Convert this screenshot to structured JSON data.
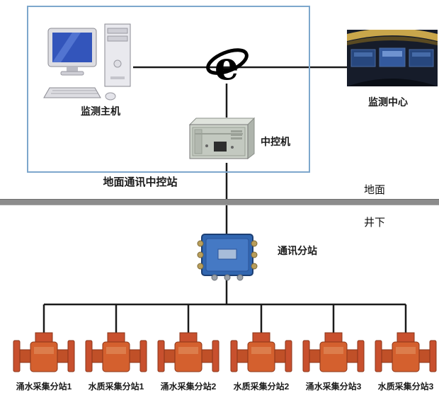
{
  "diagram": {
    "ground_box_label": "地面通讯中控站",
    "host_label": "监测主机",
    "center_label": "监测中心",
    "control_label": "中控机",
    "surface_label": "地面",
    "underground_label": "井下",
    "substation_label": "通讯分站",
    "device_labels": [
      "涌水采集分站1",
      "水质采集分站1",
      "涌水采集分站2",
      "水质采集分站2",
      "涌水采集分站3",
      "水质采集分站3"
    ],
    "icons": {
      "internet": "internet-e-logo",
      "host": "desktop-computer",
      "center": "control-room-photo",
      "control": "rack-server",
      "substation": "junction-box",
      "device": "water-sensor"
    }
  },
  "colors": {
    "line": "#1a1a1a",
    "ground_box_border": "#7da7cc",
    "divider_gray": "#8c8c8c",
    "device_orange": "#cc5429",
    "device_orange_dark": "#8a3418",
    "junction_blue": "#3166b0",
    "screen_blue": "#3355bb"
  }
}
